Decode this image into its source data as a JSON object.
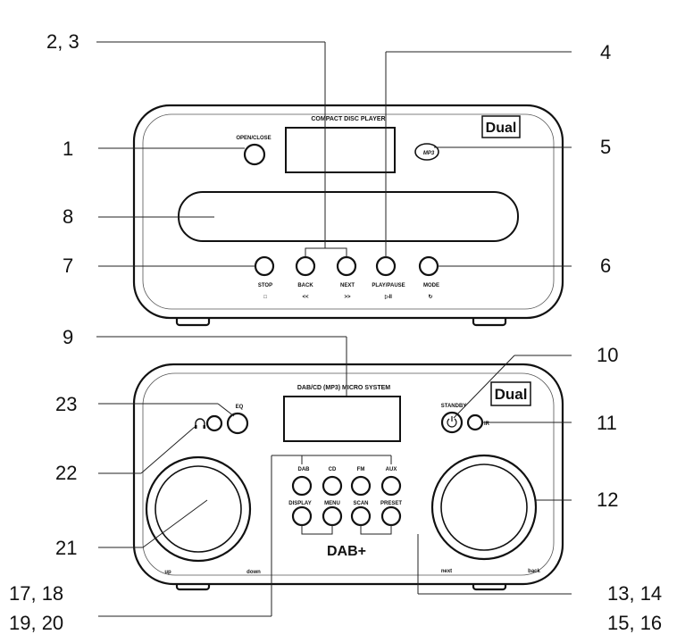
{
  "callouts": {
    "c1": "1",
    "c2_3": "2, 3",
    "c4": "4",
    "c5": "5",
    "c6": "6",
    "c7": "7",
    "c8": "8",
    "c9": "9",
    "c10": "10",
    "c11": "11",
    "c12": "12",
    "c13_14": "13, 14",
    "c15_16": "15, 16",
    "c17_18": "17, 18",
    "c19_20": "19, 20",
    "c21": "21",
    "c22": "22",
    "c23": "23"
  },
  "cd_player": {
    "header": "COMPACT DISC PLAYER",
    "brand": "Dual",
    "open_close": "OPEN/CLOSE",
    "mp3_logo": "MP3",
    "buttons": {
      "stop": "STOP",
      "back": "BACK",
      "next": "NEXT",
      "play_pause": "PLAY/PAUSE",
      "mode": "MODE"
    },
    "symbols": {
      "stop": "□",
      "back": "<<",
      "next": ">>",
      "play_pause": "▷II",
      "mode": "↻"
    }
  },
  "micro_system": {
    "header": "DAB/CD (MP3)  MICRO SYSTEM",
    "brand": "Dual",
    "eq": "EQ",
    "standby": "STANDBY",
    "ir": "IR",
    "buttons_row1": [
      "DAB",
      "CD",
      "FM",
      "AUX"
    ],
    "buttons_row2": [
      "DISPLAY",
      "MENU",
      "SCAN",
      "PRESET"
    ],
    "logo": "DAB+",
    "left_knob": {
      "left": "up",
      "right": "down"
    },
    "right_knob": {
      "left": "next",
      "right": "back"
    }
  }
}
